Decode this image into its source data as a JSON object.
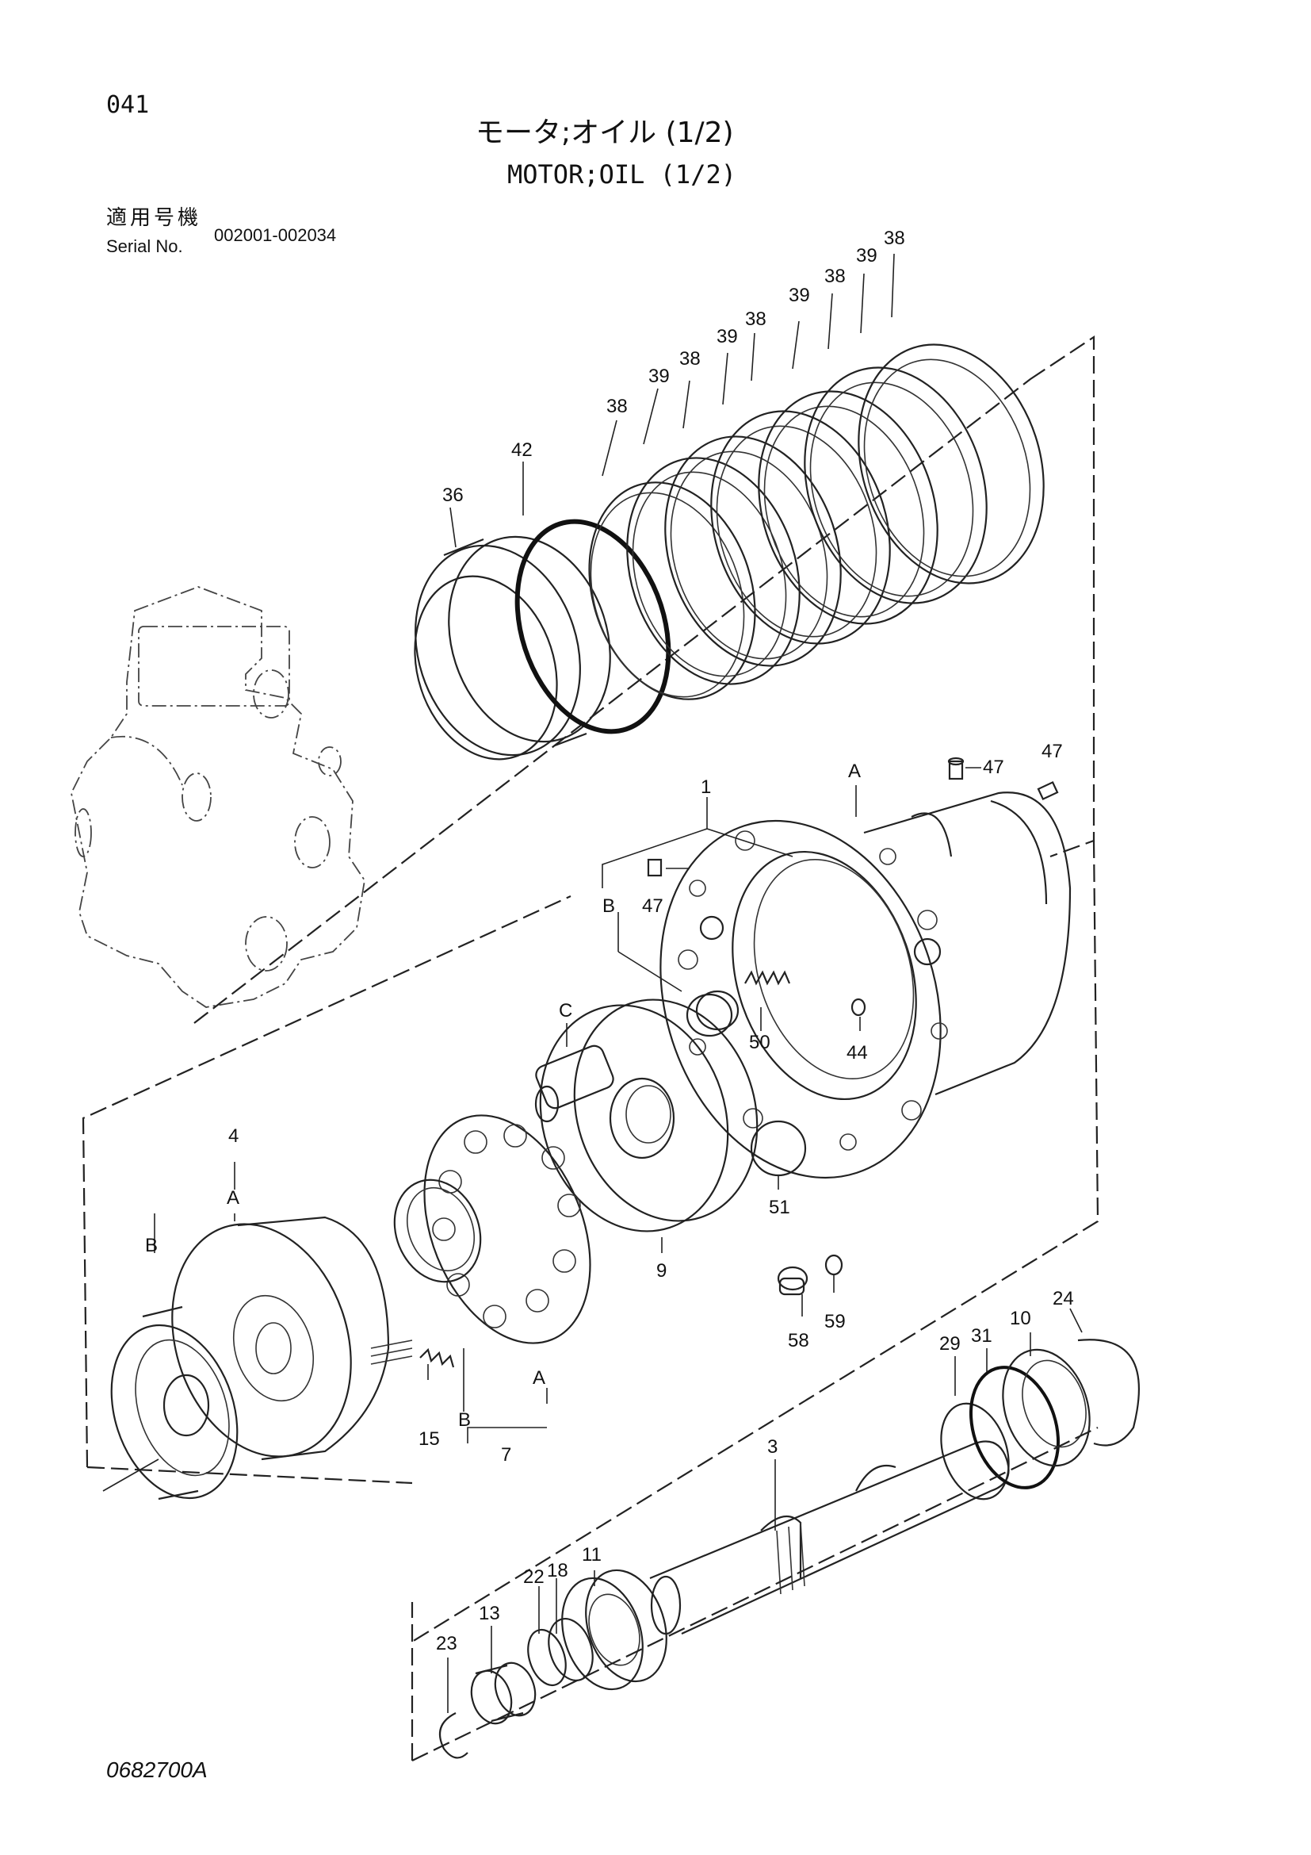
{
  "page": {
    "number": "041",
    "title_jp": "モータ;オイル (1/2)",
    "title_en": "MOTOR;OIL (1/2)",
    "serial_label_jp": "適用号機",
    "serial_label_en": "Serial No.",
    "serial_range": "002001-002034",
    "drawing_code": "0682700A"
  },
  "callouts": {
    "c36": "36",
    "c42": "42",
    "c38a": "38",
    "c39a": "39",
    "c38b": "38",
    "c39b": "39",
    "c38c": "38",
    "c39c": "39",
    "c38d": "38",
    "c39d": "39",
    "c38e": "38",
    "c1": "1",
    "cA_top": "A",
    "c47a": "47",
    "c47b": "47",
    "c47c": "47",
    "cB_hsg": "B",
    "c50": "50",
    "c44": "44",
    "cC": "C",
    "c51": "51",
    "c9": "9",
    "c58": "58",
    "c59": "59",
    "c4": "4",
    "cA_blk": "A",
    "cB_left": "B",
    "cA_plate": "A",
    "cB_plate": "B",
    "c15": "15",
    "c7": "7",
    "c24": "24",
    "c10": "10",
    "c31": "31",
    "c29": "29",
    "c3": "3",
    "c11": "11",
    "c18": "18",
    "c22": "22",
    "c13": "13",
    "c23": "23"
  }
}
